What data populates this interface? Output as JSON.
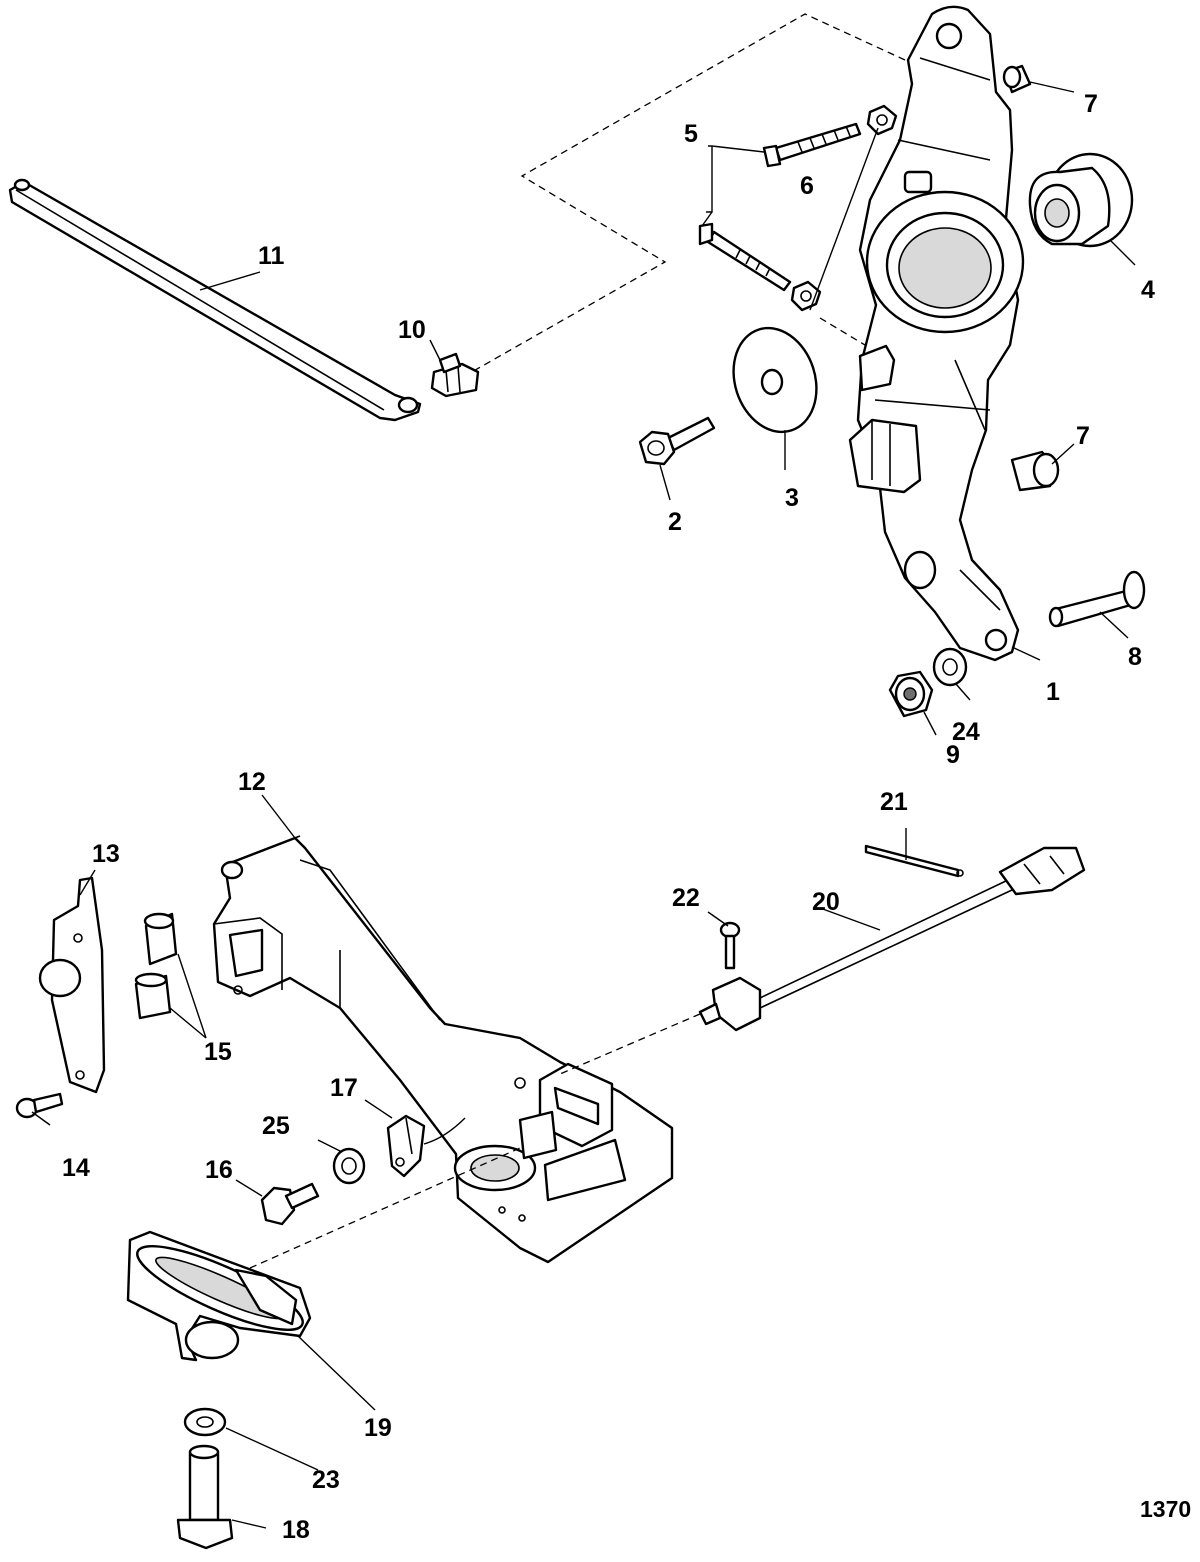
{
  "figure_number": "1370",
  "callouts": [
    {
      "id": "1",
      "text": "1"
    },
    {
      "id": "2",
      "text": "2"
    },
    {
      "id": "3",
      "text": "3"
    },
    {
      "id": "4",
      "text": "4"
    },
    {
      "id": "5",
      "text": "5"
    },
    {
      "id": "6",
      "text": "6"
    },
    {
      "id": "7a",
      "text": "7"
    },
    {
      "id": "7b",
      "text": "7"
    },
    {
      "id": "8",
      "text": "8"
    },
    {
      "id": "9",
      "text": "9"
    },
    {
      "id": "10",
      "text": "10"
    },
    {
      "id": "11",
      "text": "11"
    },
    {
      "id": "12",
      "text": "12"
    },
    {
      "id": "13",
      "text": "13"
    },
    {
      "id": "14",
      "text": "14"
    },
    {
      "id": "15",
      "text": "15"
    },
    {
      "id": "16",
      "text": "16"
    },
    {
      "id": "17",
      "text": "17"
    },
    {
      "id": "18",
      "text": "18"
    },
    {
      "id": "19",
      "text": "19"
    },
    {
      "id": "20",
      "text": "20"
    },
    {
      "id": "21",
      "text": "21"
    },
    {
      "id": "22",
      "text": "22"
    },
    {
      "id": "23",
      "text": "23"
    },
    {
      "id": "24",
      "text": "24"
    },
    {
      "id": "25",
      "text": "25"
    }
  ]
}
